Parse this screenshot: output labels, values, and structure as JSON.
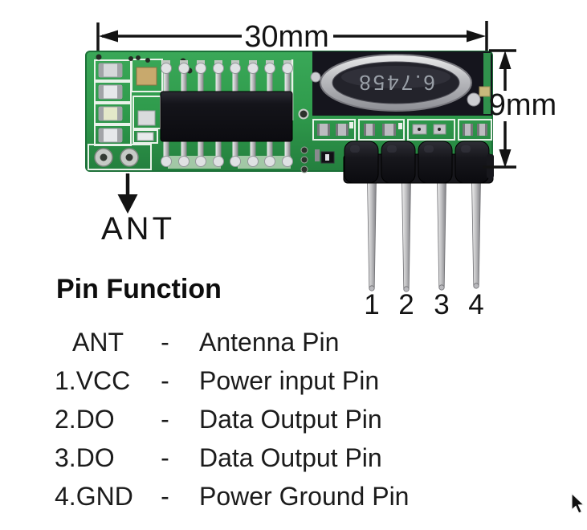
{
  "figure": {
    "width_label": "30mm",
    "height_label": "9mm",
    "antenna_label": "ANT",
    "crystal_marking": "6.7458",
    "pin_numbers": [
      "1",
      "2",
      "3",
      "4"
    ]
  },
  "pin_function": {
    "heading": "Pin Function",
    "rows": [
      {
        "pin": "ANT",
        "dash": "-",
        "desc": "Antenna Pin"
      },
      {
        "pin": "1.VCC",
        "dash": "-",
        "desc": "Power input Pin"
      },
      {
        "pin": "2.DO",
        "dash": "-",
        "desc": "Data Output Pin"
      },
      {
        "pin": "3.DO",
        "dash": "-",
        "desc": "Data Output Pin"
      },
      {
        "pin": "4.GND",
        "dash": "-",
        "desc": "Power Ground Pin"
      }
    ]
  },
  "colors": {
    "background": "#ffffff",
    "pcb_green": "#2f9b4c",
    "pcb_dark_zone": "#15151d",
    "crystal_metal": "#c9cace",
    "header_plastic": "#17171c",
    "pin_silver": "#bdbdbf",
    "annotation": "#131313"
  }
}
